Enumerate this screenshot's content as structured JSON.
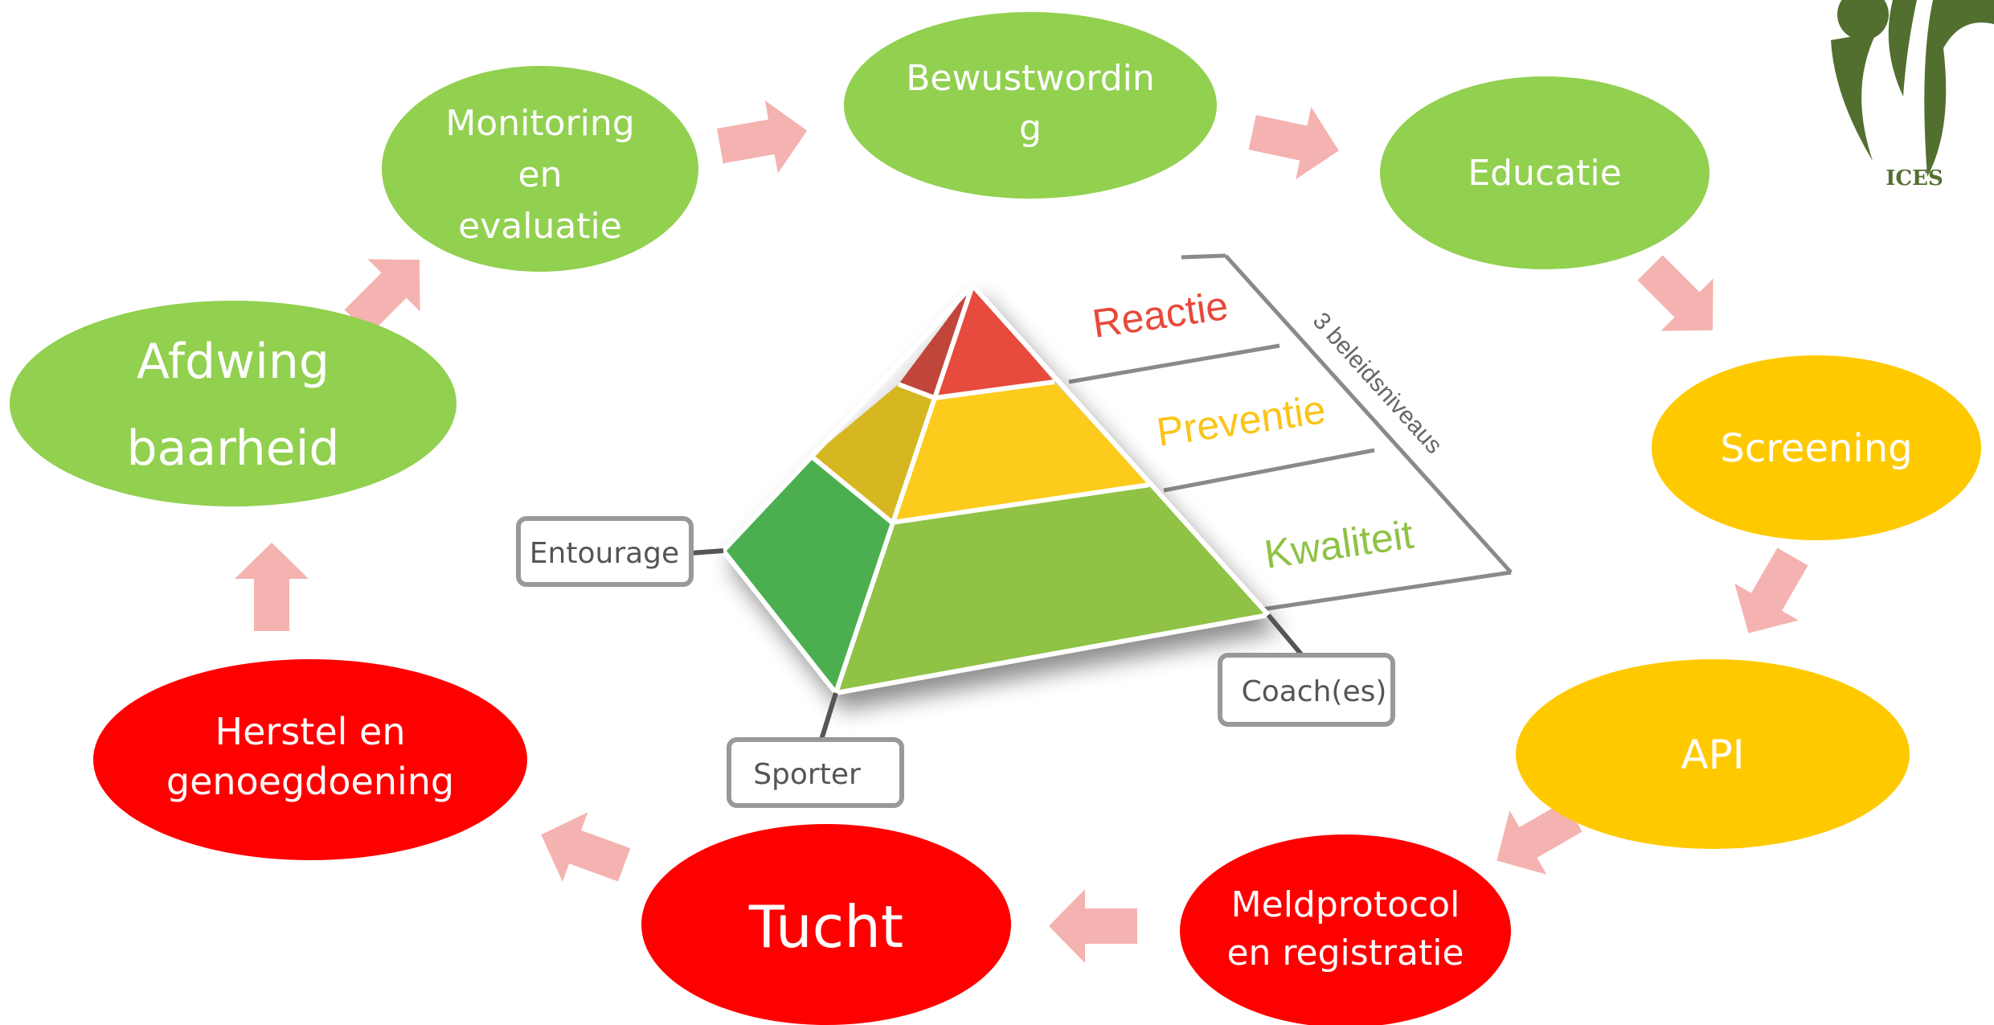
{
  "logo": {
    "text": "ICES"
  },
  "colors": {
    "green": "#92d050",
    "yellow": "#ffc900",
    "red": "#ff0000",
    "arrow": "#f4b3b0"
  },
  "cycle": [
    {
      "id": "bewustwording",
      "lines": [
        "Bewustwordin",
        "g"
      ],
      "color": "green"
    },
    {
      "id": "educatie",
      "lines": [
        "Educatie"
      ],
      "color": "green"
    },
    {
      "id": "screening",
      "lines": [
        "Screening"
      ],
      "color": "yellow"
    },
    {
      "id": "api",
      "lines": [
        "API"
      ],
      "color": "yellow"
    },
    {
      "id": "meldprotocol",
      "lines": [
        "Meldprotocol",
        "en registratie"
      ],
      "color": "red"
    },
    {
      "id": "tucht",
      "lines": [
        "Tucht"
      ],
      "color": "red"
    },
    {
      "id": "herstel",
      "lines": [
        "Herstel en",
        "genoegdoening"
      ],
      "color": "red"
    },
    {
      "id": "afdwingbaarheid",
      "lines": [
        "Afdwing",
        "baarheid"
      ],
      "color": "green"
    },
    {
      "id": "monitoring",
      "lines": [
        "Monitoring",
        "en",
        "evaluatie"
      ],
      "color": "green"
    }
  ],
  "pyramid": {
    "layers": {
      "top": "Reactie",
      "middle": "Preventie",
      "bottom": "Kwaliteit"
    },
    "side_label": "3 beleidsniveaus",
    "actors": {
      "entourage": "Entourage",
      "sporter": "Sporter",
      "coach": "Coach(es)"
    }
  }
}
